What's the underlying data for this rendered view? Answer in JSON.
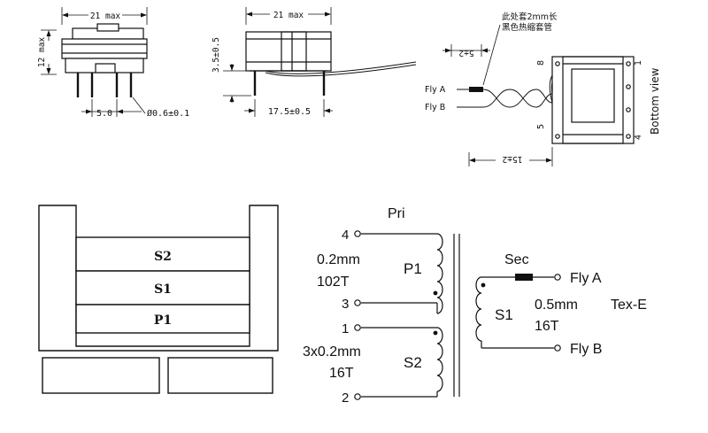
{
  "mechanical": {
    "front_view": {
      "width_dim": "21 max",
      "height_dim": "12 max",
      "pin_pitch_dim": "5.0",
      "pin_diameter_dim": "Ø0.6±0.1"
    },
    "side_view": {
      "width_dim": "21 max",
      "height_dim": "3.5±0.5",
      "lead_dim": "17.5±0.5"
    },
    "bottom_view": {
      "note_line1": "此处套2mm长",
      "note_line2": "黑色热缩套管",
      "sleeve_dim": "5±2",
      "lead_length_dim": "15±2",
      "lead_a": "Fly A",
      "lead_b": "Fly B",
      "pin_8": "8",
      "pin_1": "1",
      "pin_5": "5",
      "pin_4": "4",
      "caption": "Bottom view"
    }
  },
  "winding_stack": {
    "layers": [
      "S2",
      "S1",
      "P1"
    ]
  },
  "schematic": {
    "primary": {
      "title": "Pri",
      "pin_4": "4",
      "pin_3": "3",
      "pin_1": "1",
      "pin_2": "2",
      "p1_wire": "0.2mm",
      "p1_turns": "102T",
      "p1_label": "P1",
      "s2_wire": "3x0.2mm",
      "s2_turns": "16T",
      "s2_label": "S2"
    },
    "secondary": {
      "title": "Sec",
      "label": "S1",
      "wire": "0.5mm",
      "wire_type": "Tex-E",
      "turns": "16T",
      "lead_a": "Fly A",
      "lead_b": "Fly B"
    }
  }
}
